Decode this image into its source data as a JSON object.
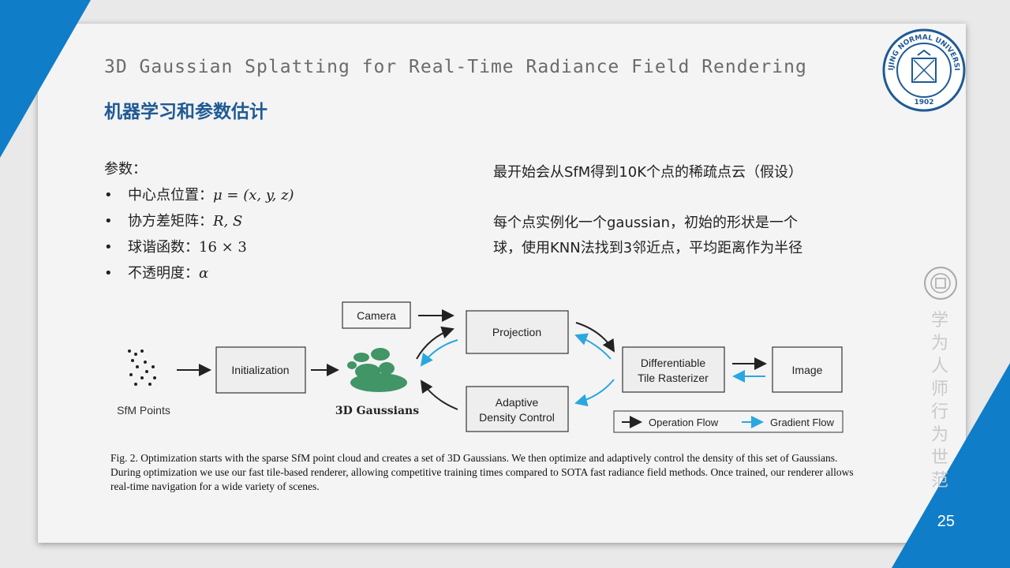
{
  "slide": {
    "title": "3D Gaussian Splatting for Real-Time Radiance Field Rendering",
    "subtitle": "机器学习和参数估计",
    "page_number": "25",
    "params_heading": "参数：",
    "params": [
      {
        "label": "中心点位置：",
        "math": "μ = (x, y, z)"
      },
      {
        "label": "协方差矩阵：",
        "math": "R, S"
      },
      {
        "label": "球谐函数：",
        "math": "16 × 3"
      },
      {
        "label": "不透明度：",
        "math": "α"
      }
    ],
    "note1": "最开始会从SfM得到10K个点的稀疏点云（假设）",
    "note2_line1": "每个点实例化一个gaussian，初始的形状是一个",
    "note2_line2": "球，使用KNN法找到3邻近点，平均距离作为半径",
    "logo": {
      "top_text": "BEIJING NORMAL UNIVERSITY",
      "year": "1902"
    },
    "motto_chars": [
      "学",
      "为",
      "人",
      "师",
      "行",
      "为",
      "世",
      "范"
    ]
  },
  "diagram": {
    "sfm_label": "SfM Points",
    "initialization": "Initialization",
    "gaussians_label": "3D Gaussians",
    "camera": "Camera",
    "projection": "Projection",
    "adaptive_line1": "Adaptive",
    "adaptive_line2": "Density Control",
    "rasterizer_line1": "Differentiable",
    "rasterizer_line2": "Tile Rasterizer",
    "image": "Image",
    "legend_operation": "Operation Flow",
    "legend_gradient": "Gradient Flow",
    "colors": {
      "operation": "#222222",
      "gradient": "#2aa7e0",
      "box_fill": "#eeeeee",
      "gaussian": "#2e8b57"
    }
  },
  "caption": "Fig. 2.  Optimization starts with the sparse SfM point cloud and creates a set of 3D Gaussians. We then optimize and adaptively control the density of this set of Gaussians. During optimization we use our fast tile-based renderer, allowing competitive training times compared to SOTA fast radiance field methods. Once trained, our renderer allows real-time navigation for a wide variety of scenes."
}
